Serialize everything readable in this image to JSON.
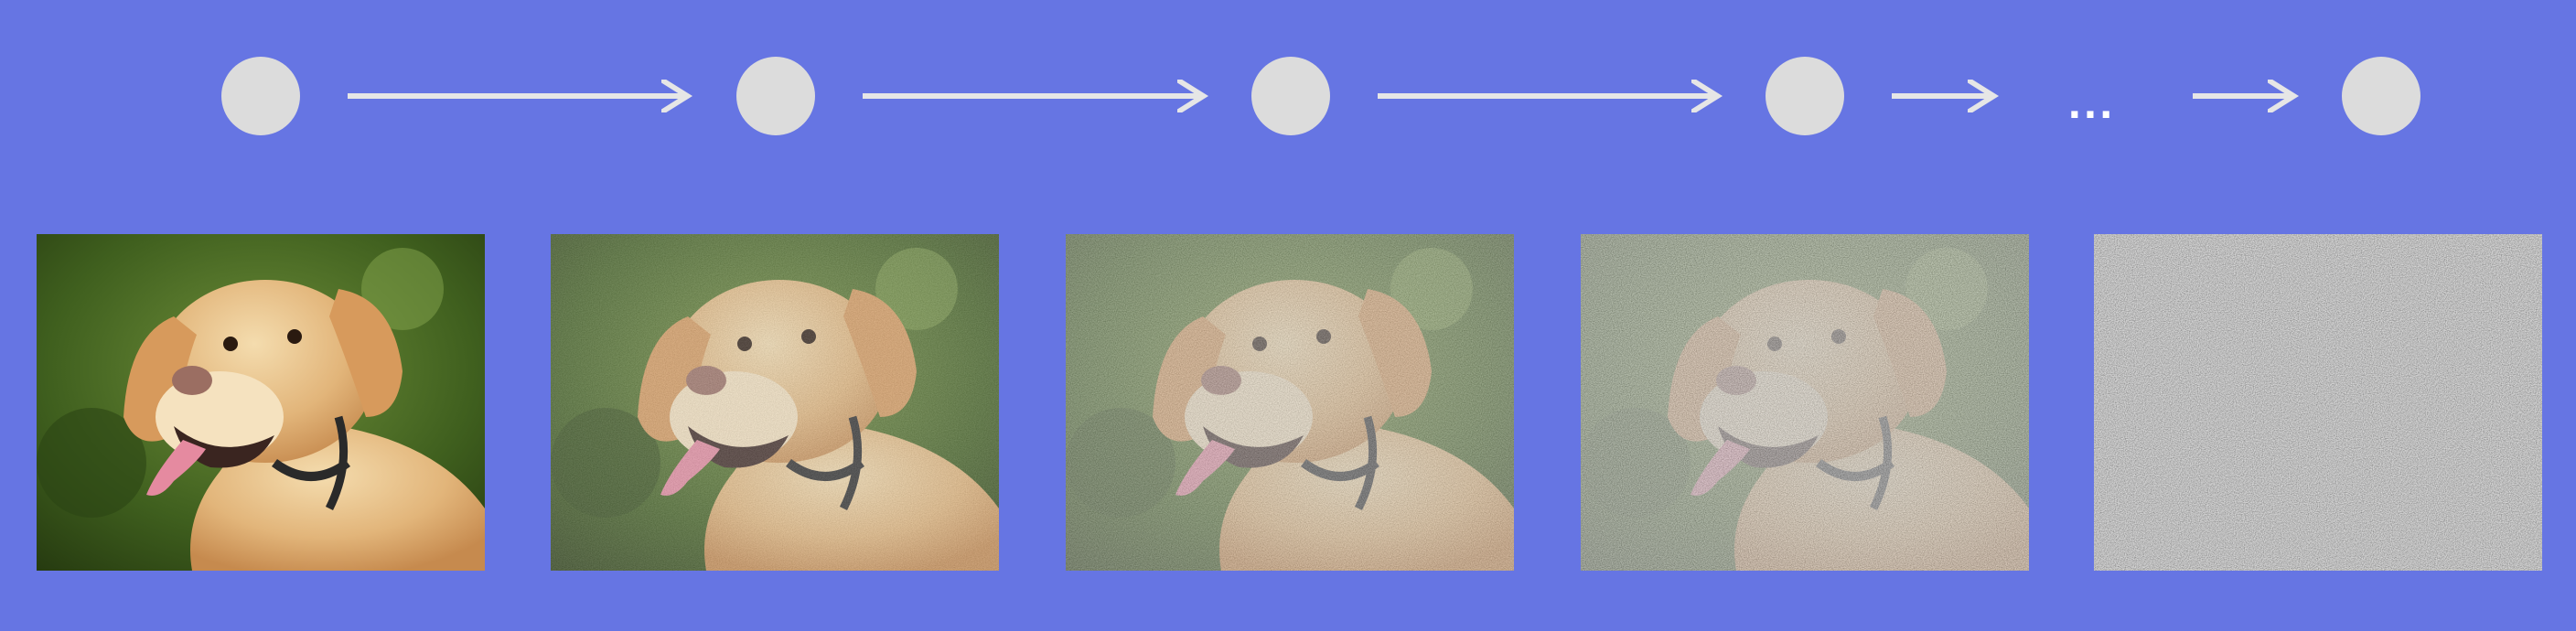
{
  "diagram": {
    "background_color": "#6675e3",
    "node_color": "#dcdcdc",
    "arrow_color": "#e6e6e6",
    "ellipsis_text": "...",
    "nodes": [
      {
        "id": "x0"
      },
      {
        "id": "x1"
      },
      {
        "id": "x2"
      },
      {
        "id": "x3"
      },
      {
        "id": "xT"
      }
    ],
    "panels": [
      {
        "id": "x0",
        "content": "dog-photo",
        "noise_level": 0.0
      },
      {
        "id": "x1",
        "content": "dog-photo",
        "noise_level": 0.3
      },
      {
        "id": "x2",
        "content": "dog-photo",
        "noise_level": 0.55
      },
      {
        "id": "x3",
        "content": "dog-photo",
        "noise_level": 0.75
      },
      {
        "id": "xT",
        "content": "pure-noise",
        "noise_level": 1.0
      }
    ]
  }
}
